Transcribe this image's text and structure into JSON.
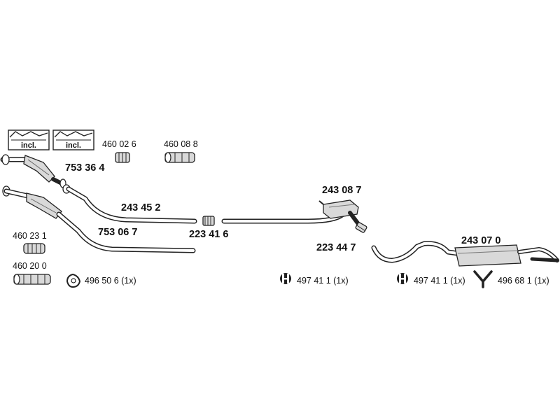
{
  "parts": {
    "cat1": "753 36 4",
    "cat2": "753 06 7",
    "pipe_front": "243 45 2",
    "clamp_mid": "223 41 6",
    "middle_muffler": "243 08 7",
    "clamp_rear": "223 44 7",
    "rear_muffler": "243 07 0",
    "gasket_a": "460 02 6",
    "gasket_b": "460 08 8",
    "gasket_c": "460 23 1",
    "gasket_d": "460 20 0",
    "ring": "496 50 6 (1x)",
    "rubber_1": "497 41 1 (1x)",
    "rubber_2": "497 41 1 (1x)",
    "hanger": "496 68 1 (1x)"
  },
  "boxes": {
    "incl_1": "incl.",
    "incl_2": "incl."
  },
  "icons": {
    "box": "included-kit-box-icon",
    "ring": "sealing-ring-icon",
    "rubber": "rubber-mount-icon",
    "hanger": "v-hanger-icon"
  }
}
